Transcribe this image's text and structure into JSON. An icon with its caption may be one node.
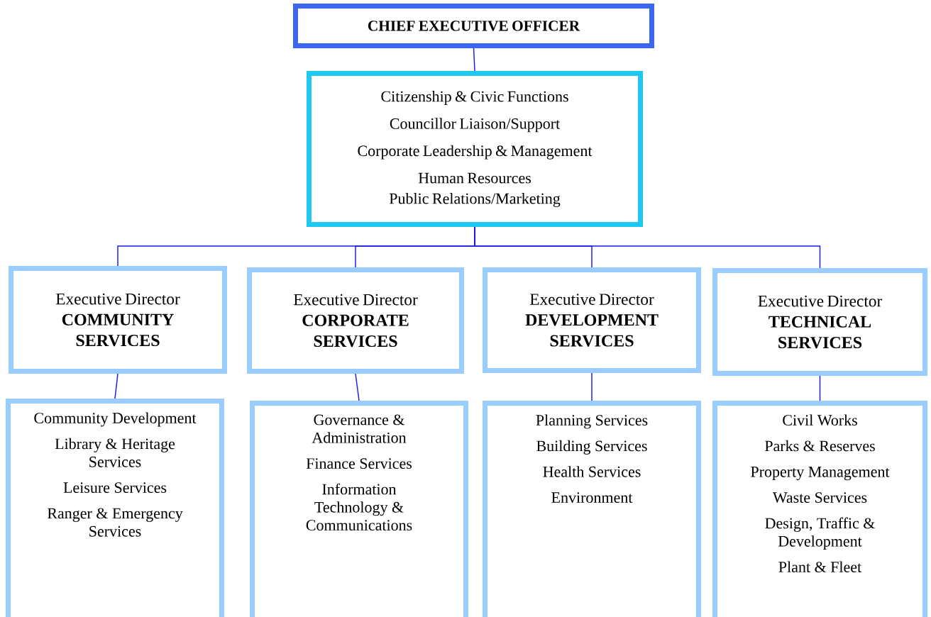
{
  "diagram": {
    "nodes": [
      {
        "text": [
          "CHIEF EXECUTIVE OFFICER"
        ]
      },
      {
        "text": [
          "Citizenship & Civic Functions",
          "Councillor Liaison/Support",
          "Corporate Leadership & Management",
          "Human Resources",
          "Public Relations/Marketing"
        ]
      },
      {
        "text": [
          "Executive Director",
          "COMMUNITY SERVICES"
        ]
      },
      {
        "text": [
          "Executive Director",
          "CORPORATE SERVICES"
        ]
      },
      {
        "text": [
          "Executive Director",
          "DEVELOPMENT SERVICES"
        ]
      },
      {
        "text": [
          "Executive Director",
          "TECHNICAL SERVICES"
        ]
      },
      {
        "text": [
          "Community Development",
          "Library & Heritage Services",
          "Leisure Services",
          "Ranger & Emergency Services"
        ]
      },
      {
        "text": [
          "Governance & Administration",
          "Finance Services",
          "Information Technology & Communications"
        ]
      },
      {
        "text": [
          "Planning Services",
          "Building Services",
          "Health Services",
          "Environment"
        ]
      },
      {
        "text": [
          "Civil Works",
          "Parks & Reserves",
          "Property Management",
          "Waste Services",
          "Design, Traffic & Development",
          "Plant & Fleet"
        ]
      }
    ],
    "edges": [
      {
        "from": 0,
        "to": 1,
        "arrow": "none"
      },
      {
        "from": 1,
        "to": 2,
        "arrow": "none"
      },
      {
        "from": 1,
        "to": 3,
        "arrow": "none"
      },
      {
        "from": 1,
        "to": 4,
        "arrow": "none"
      },
      {
        "from": 1,
        "to": 5,
        "arrow": "none"
      },
      {
        "from": 2,
        "to": 6,
        "arrow": "none"
      },
      {
        "from": 3,
        "to": 7,
        "arrow": "none"
      },
      {
        "from": 4,
        "to": 8,
        "arrow": "none"
      },
      {
        "from": 5,
        "to": 9,
        "arrow": "none"
      }
    ]
  }
}
